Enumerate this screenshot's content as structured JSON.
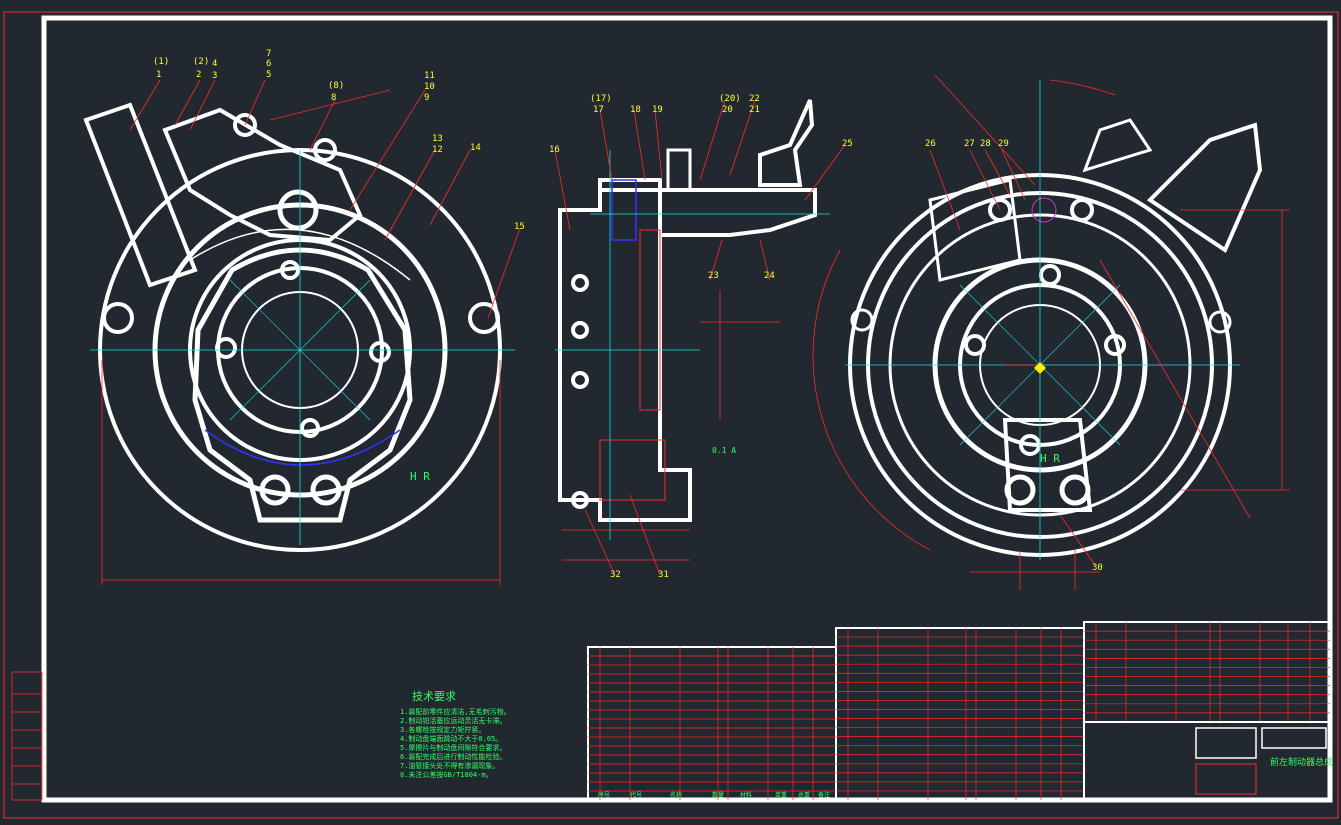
{
  "drawing": {
    "title_block_name": "前左制动器总成",
    "tech_req_title": "技术要求",
    "tech_req_lines": [
      "1.装配前零件应清洁,无毛刺污物。",
      "2.制动钳活塞应运动灵活无卡滞。",
      "3.各螺栓按规定力矩拧紧。",
      "4.制动盘端面跳动不大于0.05。",
      "5.摩擦片与制动盘间隙符合要求。",
      "6.装配完成后进行制动性能检验。",
      "7.油管接头处不得有渗漏现象。",
      "8.未注公差按GB/T1804-m。"
    ],
    "view_labels": {
      "view_front": "H R",
      "view_rear": "H R",
      "flatness": "0.1 A"
    },
    "callouts_left": [
      "(1)",
      "1",
      "(2)",
      "2",
      "4",
      "3",
      "7",
      "6",
      "5",
      "(8)",
      "8",
      "11",
      "10",
      "9",
      "13",
      "12",
      "14",
      "15"
    ],
    "callouts_mid": [
      "(17)",
      "17",
      "18",
      "19",
      "(20)",
      "20",
      "22",
      "21",
      "16",
      "23",
      "24",
      "25",
      "32",
      "31"
    ],
    "callouts_right": [
      "26",
      "27",
      "28",
      "29",
      "30"
    ],
    "bom_headers": [
      "序号",
      "代号",
      "名称",
      "数量",
      "材料",
      "单重",
      "总重",
      "备注"
    ]
  },
  "colors": {
    "background": "#212830",
    "part_lines": "#ffffff",
    "centerlines": "#18e0e0",
    "leaders": "#ff2a2a",
    "text": "#33ff66",
    "frame": "#ffffff"
  }
}
